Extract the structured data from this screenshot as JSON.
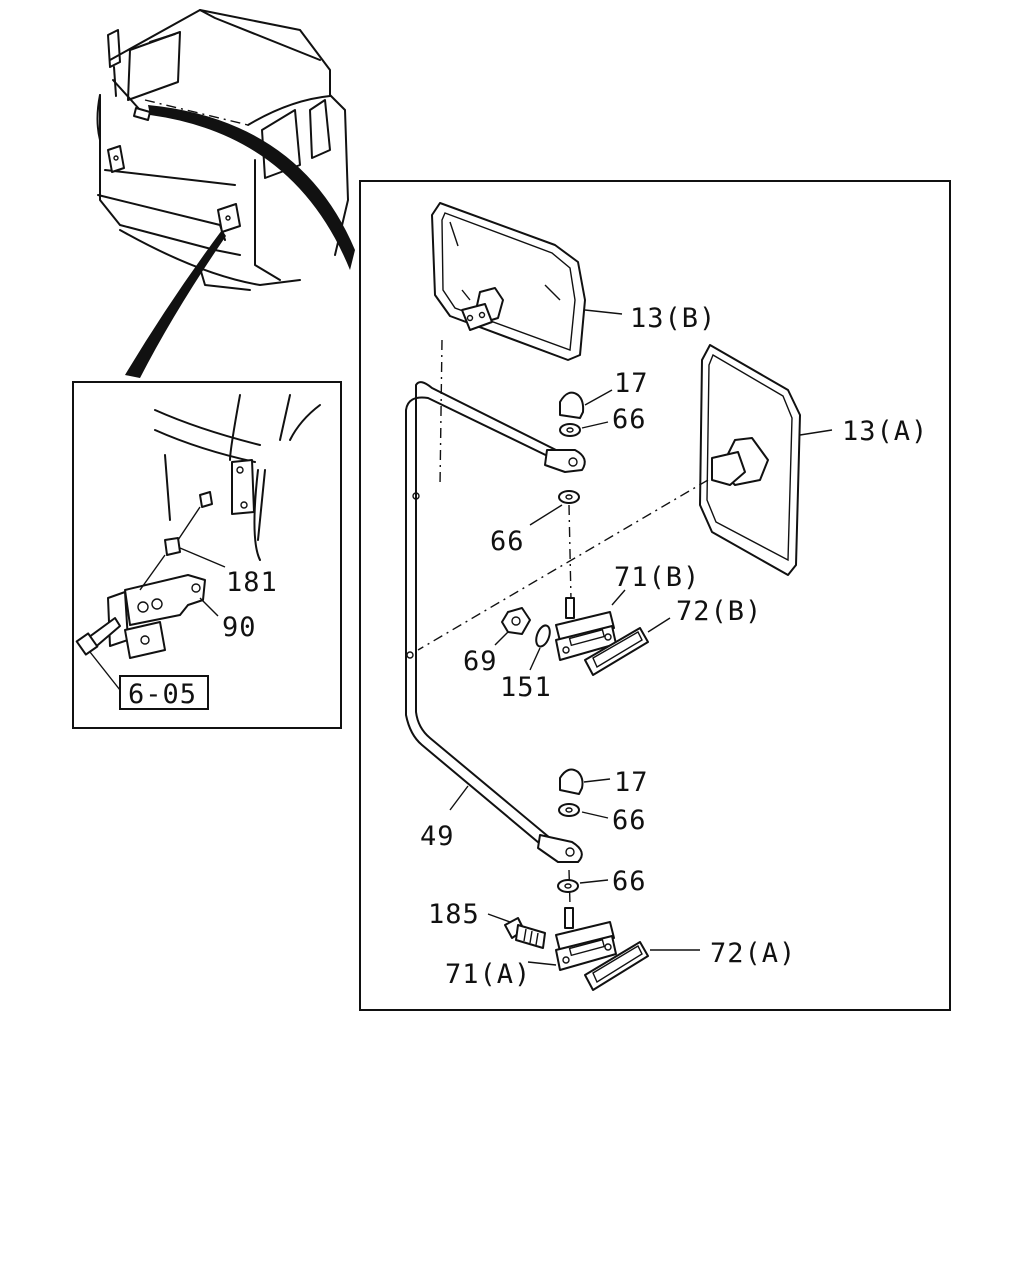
{
  "callouts": {
    "p13b": "13(B)",
    "p13a": "13(A)",
    "p17_top": "17",
    "p66_top1": "66",
    "p66_top2": "66",
    "p71b": "71(B)",
    "p72b": "72(B)",
    "p69": "69",
    "p151": "151",
    "p17_bot": "17",
    "p66_bot1": "66",
    "p66_bot2": "66",
    "p49": "49",
    "p185": "185",
    "p71a": "71(A)",
    "p72a": "72(A)",
    "p181": "181",
    "p90": "90",
    "ref": "6-05"
  }
}
